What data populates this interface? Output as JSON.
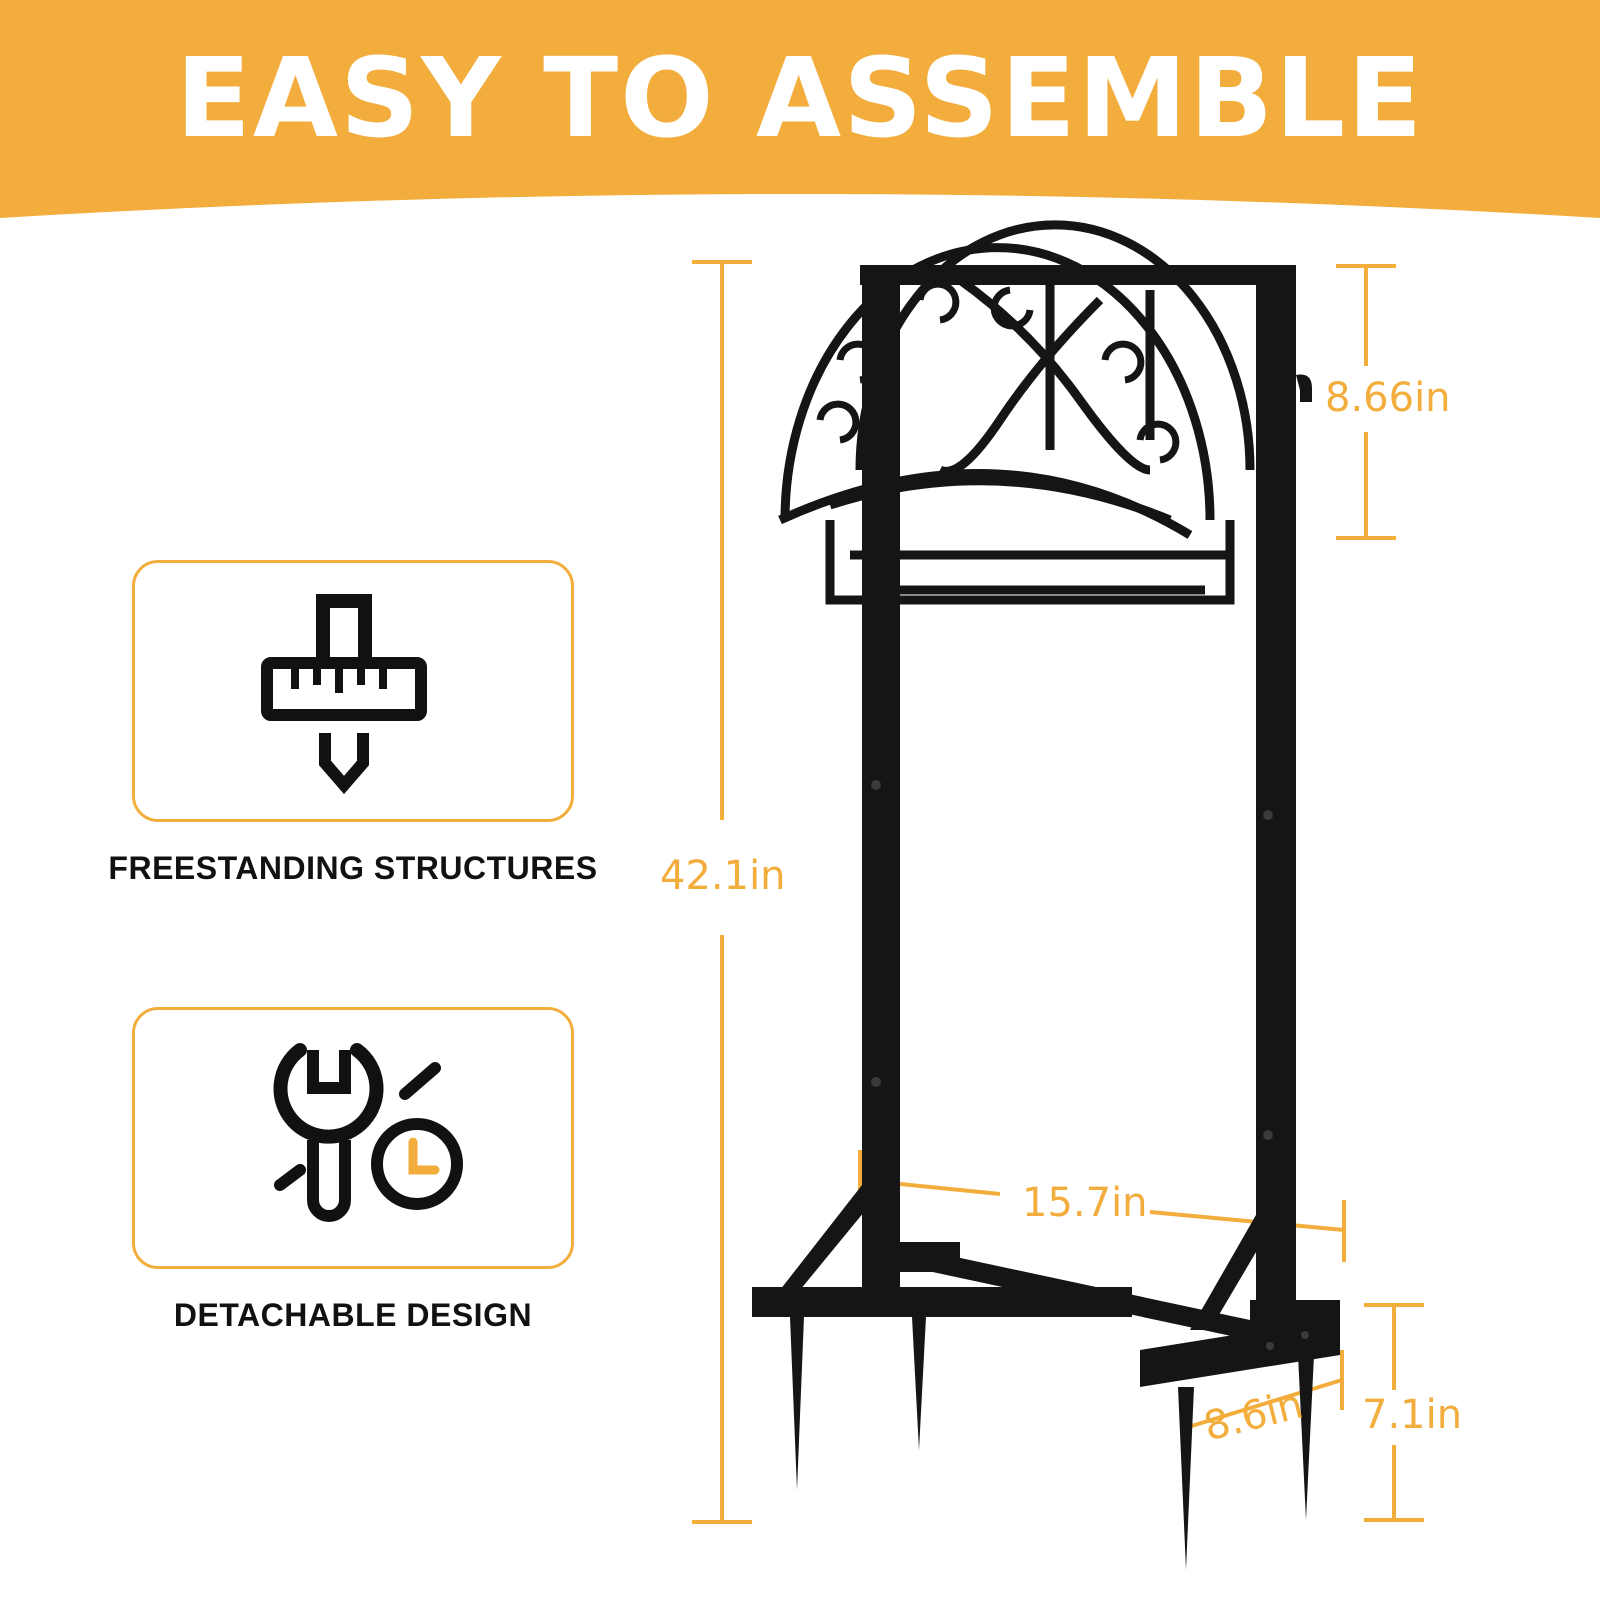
{
  "header": {
    "title": "EASY TO ASSEMBLE",
    "color": "#f2ad3c"
  },
  "features": [
    {
      "icon": "ruler-pencil-icon",
      "label": "FREESTANDING STRUCTURES"
    },
    {
      "icon": "wrench-clock-icon",
      "label": "DETACHABLE DESIGN"
    }
  ],
  "dimensions": {
    "height": "42.1in",
    "reel_height": "8.66in",
    "width": "15.7in",
    "depth": "8.6in",
    "foot_height": "7.1in"
  },
  "colors": {
    "accent": "#f2ad3c",
    "product": "#151515",
    "text": "#111111"
  }
}
